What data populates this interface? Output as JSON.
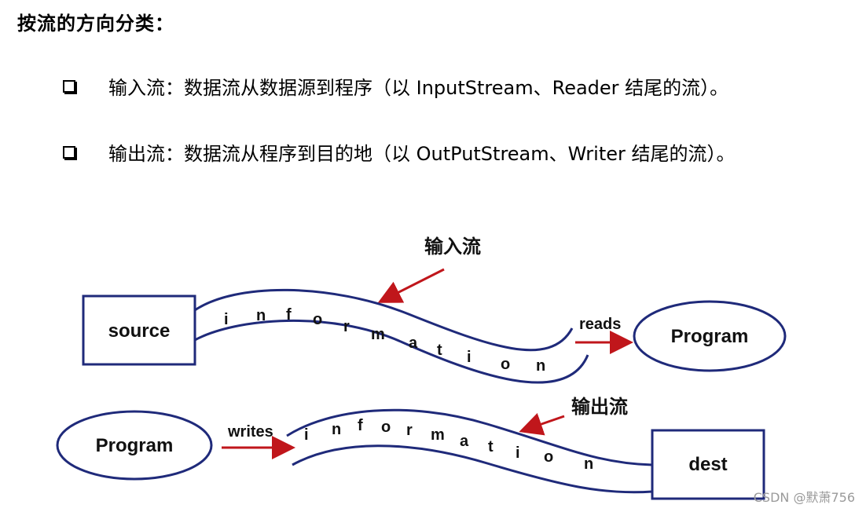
{
  "heading": "按流的方向分类：",
  "bullets": [
    {
      "text": "输入流：数据流从数据源到程序（以 InputStream、Reader 结尾的流）。"
    },
    {
      "text": "输出流：数据流从程序到目的地（以 OutPutStream、Writer 结尾的流）。"
    }
  ],
  "diagram": {
    "input": {
      "caption": "输入流",
      "source_label": "source",
      "program_label": "Program",
      "action_label": "reads",
      "flow_letters": [
        "i",
        "n",
        "f",
        "o",
        "r",
        "m",
        "a",
        "t",
        "i",
        "o",
        "n"
      ]
    },
    "output": {
      "caption": "输出流",
      "program_label": "Program",
      "dest_label": "dest",
      "action_label": "writes",
      "flow_letters": [
        "i",
        "n",
        "f",
        "o",
        "r",
        "m",
        "a",
        "t",
        "i",
        "o",
        "n"
      ]
    },
    "colors": {
      "outline": "#1f2a7a",
      "arrow": "#c0161b"
    }
  },
  "watermark": "CSDN @默萧756"
}
